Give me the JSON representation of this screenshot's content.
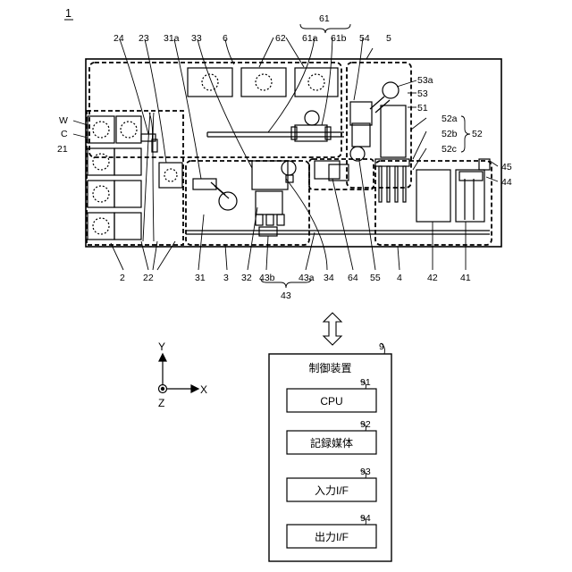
{
  "figure": {
    "ref_system": "1",
    "labels": {
      "l61": "61",
      "l61a": "61a",
      "l61b": "61b",
      "l24": "24",
      "l23": "23",
      "l31a": "31a",
      "l33": "33",
      "l6": "6",
      "l62": "62",
      "l54": "54",
      "l5": "5",
      "l53a": "53a",
      "l53": "53",
      "l51": "51",
      "l52a": "52a",
      "l52b": "52b",
      "l52c": "52c",
      "l52": "52",
      "l45": "45",
      "l44": "44",
      "lW": "W",
      "lC": "C",
      "l21": "21",
      "l2": "2",
      "l22": "22",
      "l31": "31",
      "l3": "3",
      "l32": "32",
      "l43b": "43b",
      "l43a": "43a",
      "l43": "43",
      "l34": "34",
      "l64": "64",
      "l55": "55",
      "l4": "4",
      "l42": "42",
      "l41": "41"
    },
    "axes": {
      "y": "Y",
      "x": "X",
      "z": "Z"
    },
    "controller": {
      "ref": "9",
      "title": "制御装置",
      "blocks": [
        {
          "ref": "91",
          "label": "CPU"
        },
        {
          "ref": "92",
          "label": "記録媒体"
        },
        {
          "ref": "93",
          "label": "入力I/F"
        },
        {
          "ref": "94",
          "label": "出力I/F"
        }
      ]
    }
  }
}
